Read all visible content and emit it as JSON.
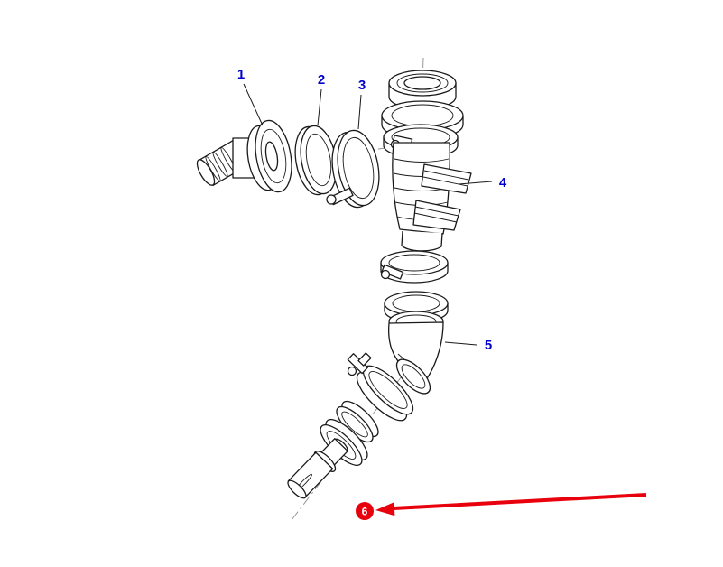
{
  "figure": {
    "colors": {
      "background": "#ffffff",
      "line": "#1a1a1a",
      "centerline": "#8a8a8a",
      "callout": "#0000cd",
      "highlight": "#e8000d"
    },
    "callouts": {
      "c1": "1",
      "c2": "2",
      "c3": "3",
      "c4": "4",
      "c5": "5",
      "c6": "6"
    }
  }
}
